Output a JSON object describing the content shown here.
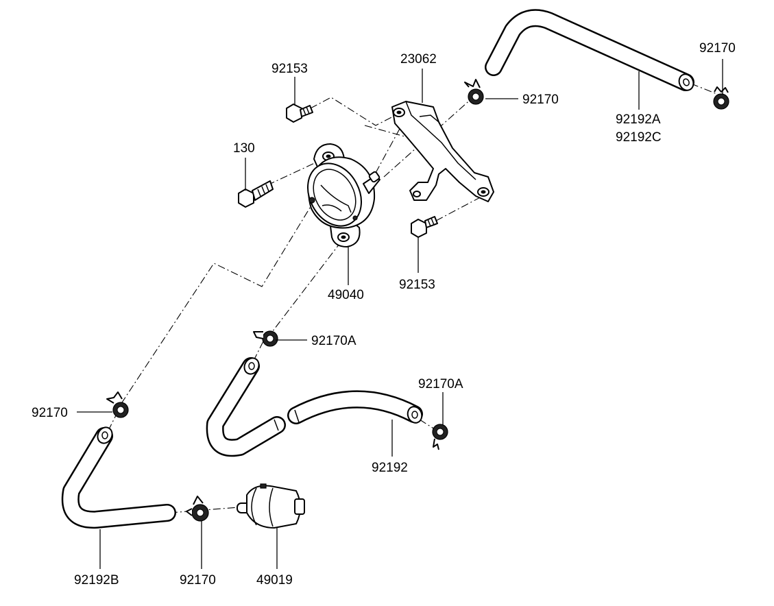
{
  "labels": {
    "l_92153_top": "92153",
    "l_23062": "23062",
    "l_92170_top_mid": "92170",
    "l_92170_top_right": "92170",
    "l_92192A": "92192A",
    "l_92192C": "92192C",
    "l_130": "130",
    "l_92153_bottom": "92153",
    "l_49040": "49040",
    "l_92170A_upper": "92170A",
    "l_92170A_right": "92170A",
    "l_92170_left": "92170",
    "l_92192": "92192",
    "l_92192B": "92192B",
    "l_92170_bottom": "92170",
    "l_49019": "49019"
  }
}
